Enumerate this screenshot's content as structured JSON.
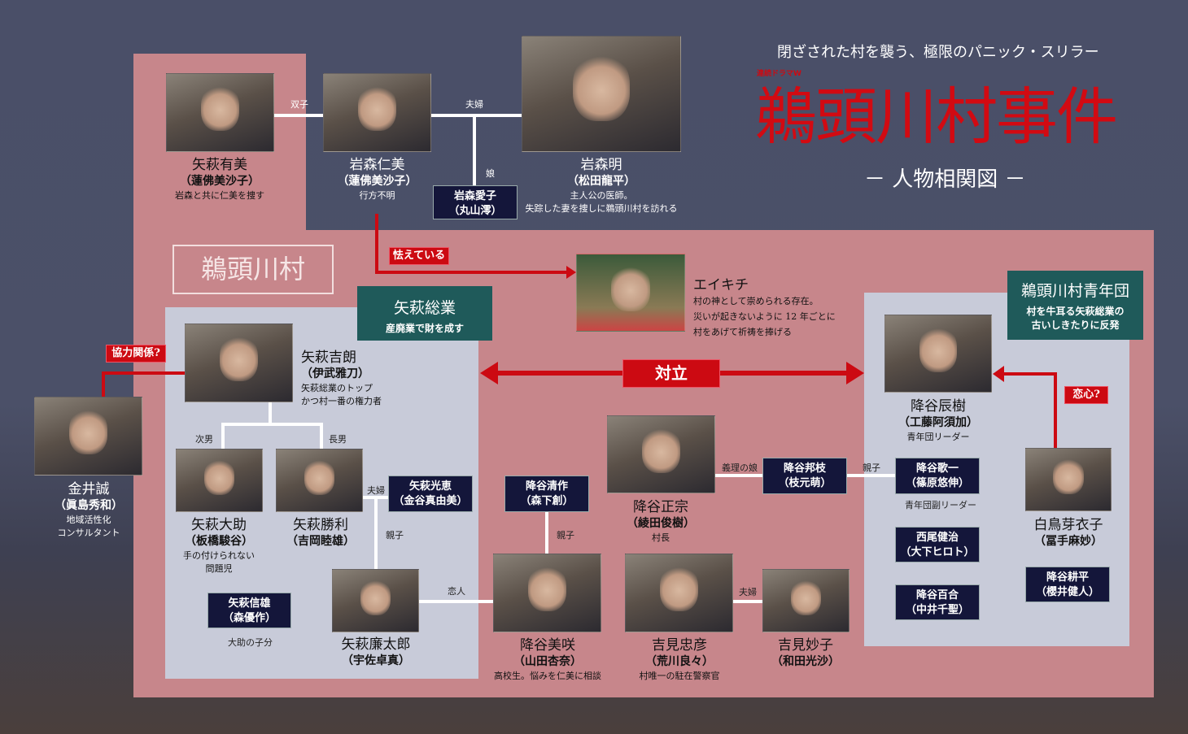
{
  "header": {
    "tagline": "閉ざされた村を襲う、極限のパニック・スリラー",
    "series": "連続ドラマW",
    "title": "鵜頭川村事件",
    "subtitle": "－ 人物相関図 －"
  },
  "village_label": "鵜頭川村",
  "groups": {
    "yagi": {
      "title": "矢萩総業",
      "desc": "産廃業で財を成す"
    },
    "youth": {
      "title": "鵜頭川村青年団",
      "desc1": "村を牛耳る矢萩総業の",
      "desc2": "古いしきたりに反発"
    }
  },
  "relations": {
    "twins": "双子",
    "couple1": "夫婦",
    "daughter": "娘",
    "scared": "怯えている",
    "coop": "協力関係?",
    "conflict": "対立",
    "love": "恋心?",
    "second_son": "次男",
    "eldest_son": "長男",
    "couple2": "夫婦",
    "parent1": "親子",
    "lovers": "恋人",
    "parent2": "親子",
    "in_law": "義理の娘",
    "parent3": "親子",
    "couple3": "夫婦"
  },
  "eikichi": {
    "name": "エイキチ",
    "d1": "村の神として崇められる存在。",
    "d2": "災いが起きないように 12 年ごとに",
    "d3": "村をあげて祈祷を捧げる"
  },
  "chars": {
    "yumi": {
      "name": "矢萩有美",
      "actor": "（蓮佛美沙子）",
      "desc": "岩森と共に仁美を捜す"
    },
    "hitomi": {
      "name": "岩森仁美",
      "actor": "（蓮佛美沙子）",
      "desc": "行方不明"
    },
    "akira": {
      "name": "岩森明",
      "actor": "（松田龍平）",
      "d1": "主人公の医師。",
      "d2": "失踪した妻を捜しに鵜頭川村を訪れる"
    },
    "aiko": {
      "name": "岩森愛子",
      "actor": "（丸山澪）"
    },
    "kanai": {
      "name": "金井誠",
      "actor": "（眞島秀和）",
      "d1": "地域活性化",
      "d2": "コンサルタント"
    },
    "yoshiro": {
      "name": "矢萩吉朗",
      "actor": "（伊武雅刀）",
      "d1": "矢萩総業のトップ",
      "d2": "かつ村一番の権力者"
    },
    "daisuke": {
      "name": "矢萩大助",
      "actor": "（板橋駿谷）",
      "d1": "手の付けられない",
      "d2": "問題児"
    },
    "katsutoshi": {
      "name": "矢萩勝利",
      "actor": "（吉岡睦雄）"
    },
    "mitsue": {
      "name": "矢萩光恵",
      "actor": "（金谷真由美）"
    },
    "nobuo": {
      "name": "矢萩信雄",
      "actor": "（森優作）",
      "desc": "大助の子分"
    },
    "rentaro": {
      "name": "矢萩廉太郎",
      "actor": "（宇佐卓真）"
    },
    "seisaku": {
      "name": "降谷清作",
      "actor": "（森下創）"
    },
    "masamune": {
      "name": "降谷正宗",
      "actor": "（綾田俊樹）",
      "desc": "村長"
    },
    "kunie": {
      "name": "降谷邦枝",
      "actor": "（枝元萌）"
    },
    "kaichi": {
      "name": "降谷歌一",
      "actor": "（篠原悠伸）",
      "desc": "青年団副リーダー"
    },
    "misaki": {
      "name": "降谷美咲",
      "actor": "（山田杏奈）",
      "desc": "高校生。悩みを仁美に相談"
    },
    "tadahiko": {
      "name": "吉見忠彦",
      "actor": "（荒川良々）",
      "desc": "村唯一の駐在警察官"
    },
    "taeko": {
      "name": "吉見妙子",
      "actor": "（和田光沙）"
    },
    "tatsuki": {
      "name": "降谷辰樹",
      "actor": "（工藤阿須加）",
      "desc": "青年団リーダー"
    },
    "meiko": {
      "name": "白鳥芽衣子",
      "actor": "（冨手麻妙）"
    },
    "kenji": {
      "name": "西尾健治",
      "actor": "（大下ヒロト）"
    },
    "yuri": {
      "name": "降谷百合",
      "actor": "（中井千聖）"
    },
    "kohei": {
      "name": "降谷耕平",
      "actor": "（櫻井健人）"
    }
  },
  "colors": {
    "red": "#cc0a12",
    "pink": "#c7868b",
    "lavender": "#c8cbd9",
    "navy": "#14163a",
    "green": "#1f5a5a"
  }
}
